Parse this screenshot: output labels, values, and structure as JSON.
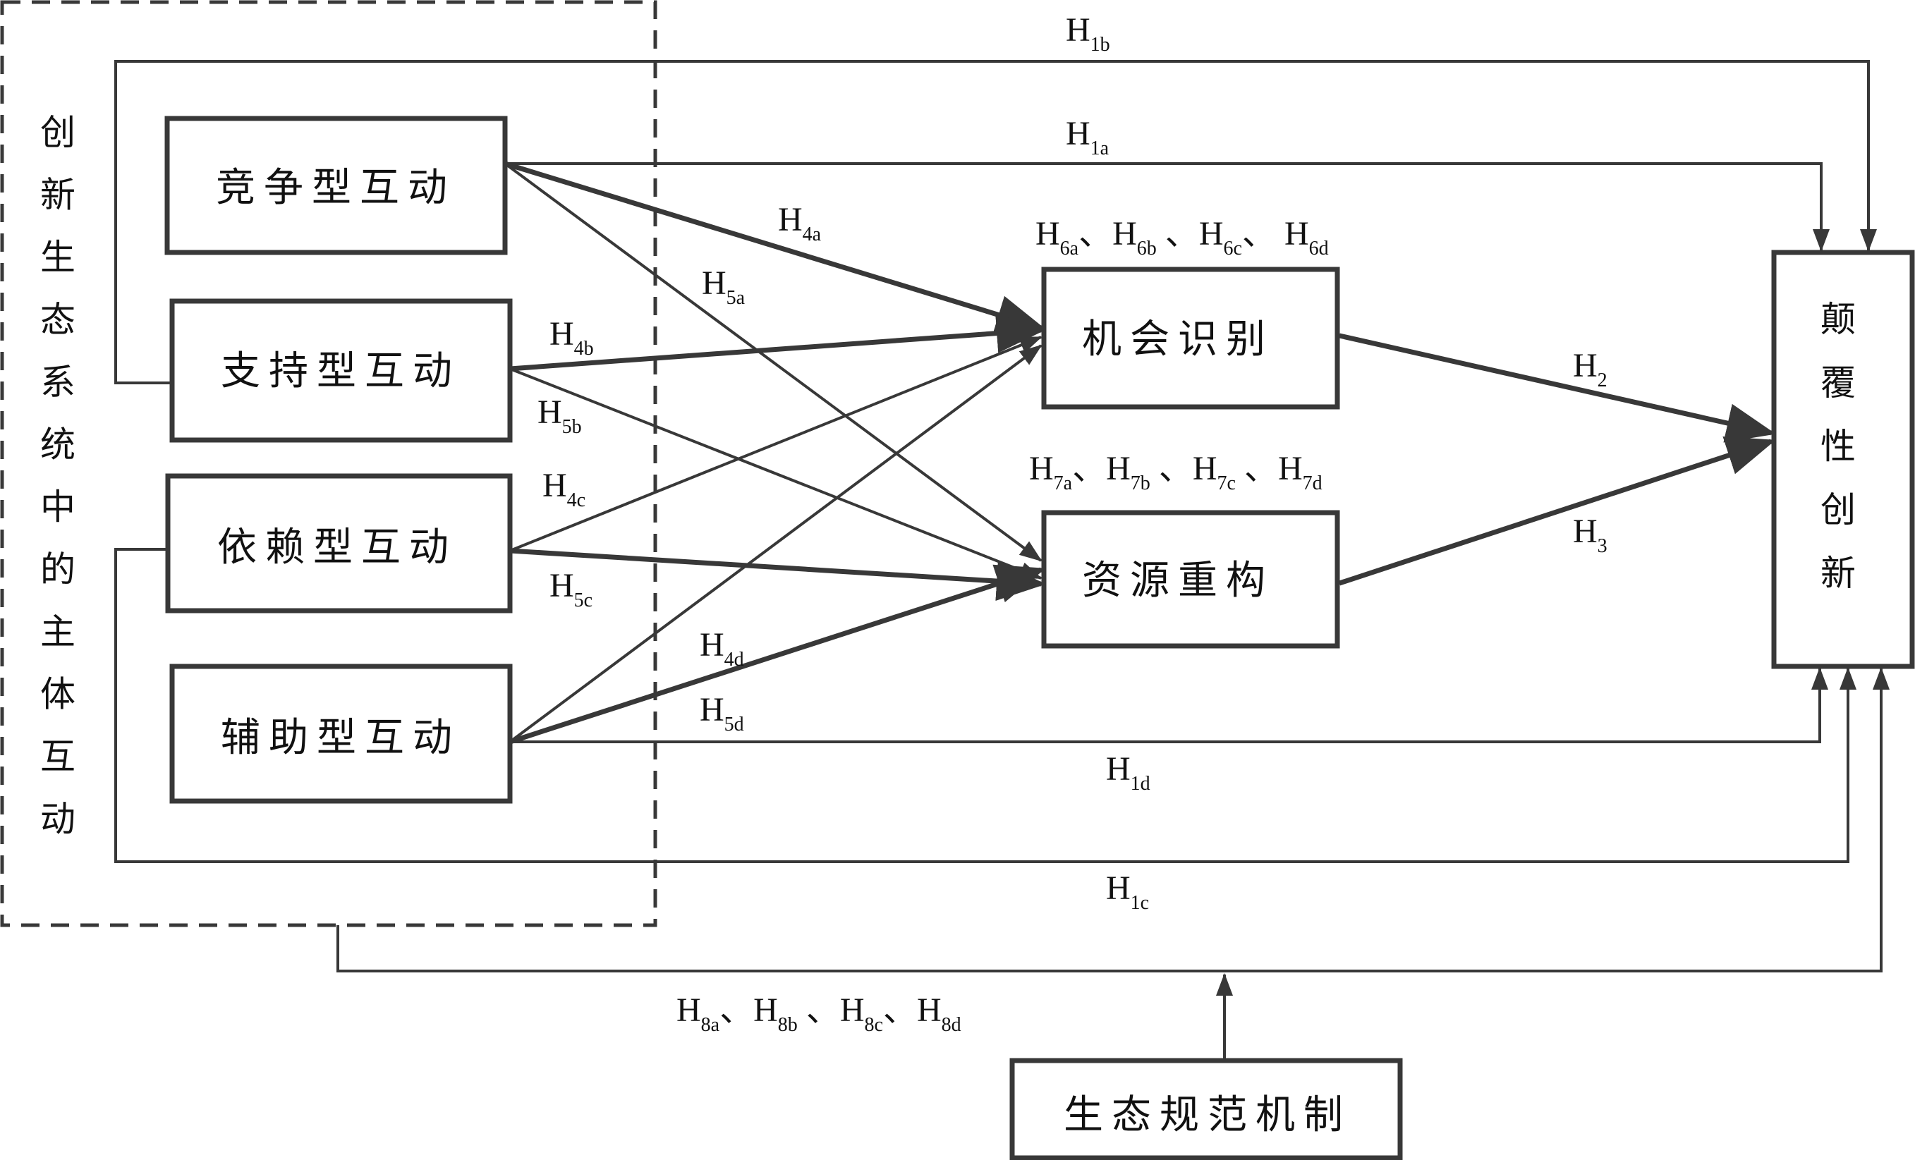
{
  "diagram": {
    "type": "research-model",
    "group_label": "创新生态系统中的主体互动",
    "nodes": {
      "competitive": "竞争型互动",
      "supportive": "支持型互动",
      "dependent": "依赖型互动",
      "auxiliary": "辅助型互动",
      "opportunity": "机会识别",
      "resource": "资源重构",
      "outcome": "颠覆性创新",
      "moderator": "生态规范机制"
    },
    "edges": [
      {
        "from": "competitive",
        "to": "outcome",
        "label": "H1a"
      },
      {
        "from": "supportive",
        "to": "outcome",
        "label": "H1b"
      },
      {
        "from": "dependent",
        "to": "outcome",
        "label": "H1c"
      },
      {
        "from": "auxiliary",
        "to": "outcome",
        "label": "H1d"
      },
      {
        "from": "opportunity",
        "to": "outcome",
        "label": "H2"
      },
      {
        "from": "resource",
        "to": "outcome",
        "label": "H3"
      },
      {
        "from": "competitive",
        "to": "opportunity",
        "label": "H4a"
      },
      {
        "from": "supportive",
        "to": "opportunity",
        "label": "H4b"
      },
      {
        "from": "dependent",
        "to": "opportunity",
        "label": "H4c"
      },
      {
        "from": "auxiliary",
        "to": "opportunity",
        "label": "H4d"
      },
      {
        "from": "competitive",
        "to": "resource",
        "label": "H5a"
      },
      {
        "from": "supportive",
        "to": "resource",
        "label": "H5b"
      },
      {
        "from": "dependent",
        "to": "resource",
        "label": "H5c"
      },
      {
        "from": "auxiliary",
        "to": "resource",
        "label": "H5d"
      },
      {
        "from": "moderator",
        "to": "interaction-outcome-links",
        "label": "H8a、H8b、H8c、H8d"
      }
    ],
    "labels": {
      "h1a": {
        "base": "H",
        "sub": "1a"
      },
      "h1b": {
        "base": "H",
        "sub": "1b"
      },
      "h1c": {
        "base": "H",
        "sub": "1c"
      },
      "h1d": {
        "base": "H",
        "sub": "1d"
      },
      "h2": {
        "base": "H",
        "sub": "2"
      },
      "h3": {
        "base": "H",
        "sub": "3"
      },
      "h4a": {
        "base": "H",
        "sub": "4a"
      },
      "h4b": {
        "base": "H",
        "sub": "4b"
      },
      "h4c": {
        "base": "H",
        "sub": "4c"
      },
      "h4d": {
        "base": "H",
        "sub": "4d"
      },
      "h5a": {
        "base": "H",
        "sub": "5a"
      },
      "h5b": {
        "base": "H",
        "sub": "5b"
      },
      "h5c": {
        "base": "H",
        "sub": "5c"
      },
      "h5d": {
        "base": "H",
        "sub": "5d"
      },
      "h6": [
        {
          "base": "H",
          "sub": "6a",
          "sep": "、"
        },
        {
          "base": "H",
          "sub": "6b",
          "sep": " 、"
        },
        {
          "base": "H",
          "sub": "6c",
          "sep": "、 "
        },
        {
          "base": "H",
          "sub": "6d",
          "sep": ""
        }
      ],
      "h7": [
        {
          "base": "H",
          "sub": "7a",
          "sep": "、"
        },
        {
          "base": "H",
          "sub": "7b",
          "sep": " 、"
        },
        {
          "base": "H",
          "sub": "7c",
          "sep": " 、"
        },
        {
          "base": "H",
          "sub": "7d",
          "sep": ""
        }
      ],
      "h8": [
        {
          "base": "H",
          "sub": "8a",
          "sep": "、"
        },
        {
          "base": "H",
          "sub": "8b",
          "sep": " 、"
        },
        {
          "base": "H",
          "sub": "8c",
          "sep": "、"
        },
        {
          "base": "H",
          "sub": "8d",
          "sep": ""
        }
      ]
    },
    "colors": {
      "stroke": "#383838",
      "text": "#111111",
      "background": "#ffffff"
    }
  }
}
